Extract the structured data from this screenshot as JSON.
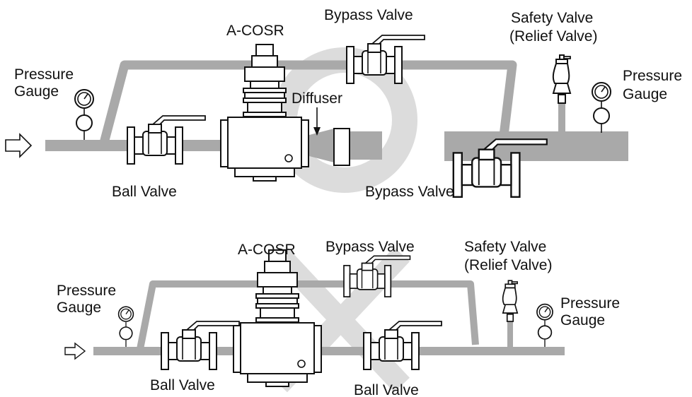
{
  "diagrams": [
    {
      "variant": "with-diffuser",
      "labels": {
        "pressure_gauge_left": [
          "Pressure",
          "Gauge"
        ],
        "reducing_valve": "A-COSR",
        "bypass_valve_top": "Bypass Valve",
        "safety_valve": [
          "Safety Valve",
          "(Relief Valve)"
        ],
        "pressure_gauge_right": [
          "Pressure",
          "Gauge"
        ],
        "diffuser": "Diffuser",
        "ball_valve": "Ball Valve",
        "bypass_valve_bottom": "Bypass Valve"
      },
      "background_shape": "circle"
    },
    {
      "variant": "without-diffuser",
      "labels": {
        "pressure_gauge_left": [
          "Pressure",
          "Gauge"
        ],
        "reducing_valve": "A-COSR",
        "bypass_valve_top": "Bypass Valve",
        "safety_valve": [
          "Safety Valve",
          "(Relief Valve)"
        ],
        "pressure_gauge_right": [
          "Pressure",
          "Gauge"
        ],
        "ball_valve_left": "Ball Valve",
        "ball_valve_right": "Ball Valve"
      },
      "background_shape": "cross"
    }
  ],
  "colors": {
    "pipe": "#a9a9a9",
    "background_mark": "#dcdcdc",
    "ink": "#111111"
  }
}
